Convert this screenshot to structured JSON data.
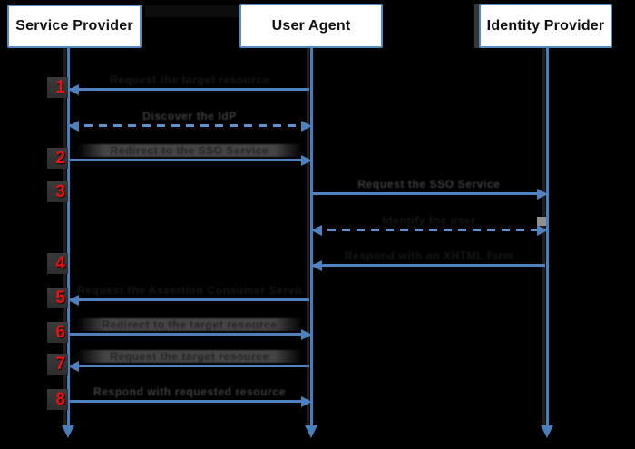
{
  "diagram": {
    "background_color": "#000000",
    "accent_blue": "#4f81bd",
    "dashed_blue": "#5e91cf",
    "step_number_color": "#ee1111",
    "actors": [
      {
        "id": "sp",
        "label": "Service Provider"
      },
      {
        "id": "ua",
        "label": "User Agent"
      },
      {
        "id": "idp",
        "label": "Identity Provider"
      }
    ],
    "messages": [
      {
        "step": "1",
        "label": "Request the target resource",
        "from": "ua",
        "to": "sp",
        "style": "solid"
      },
      {
        "step": "",
        "label": "Discover the IdP",
        "from": "sp",
        "to": "ua",
        "style": "dashed-bidirectional"
      },
      {
        "step": "2",
        "label": "Redirect to the SSO Service",
        "from": "sp",
        "to": "ua",
        "style": "solid"
      },
      {
        "step": "3",
        "label": "Request the SSO Service",
        "from": "ua",
        "to": "idp",
        "style": "solid"
      },
      {
        "step": "",
        "label": "Identify the user",
        "from": "ua",
        "to": "idp",
        "style": "dashed-bidirectional"
      },
      {
        "step": "4",
        "label": "Respond with an XHTML form",
        "from": "idp",
        "to": "ua",
        "style": "solid"
      },
      {
        "step": "5",
        "label": "Request the Assertion Consumer Service",
        "from": "ua",
        "to": "sp",
        "style": "solid"
      },
      {
        "step": "6",
        "label": "Redirect to the target resource",
        "from": "sp",
        "to": "ua",
        "style": "solid"
      },
      {
        "step": "7",
        "label": "Request the target resource",
        "from": "ua",
        "to": "sp",
        "style": "solid"
      },
      {
        "step": "8",
        "label": "Respond with requested resource",
        "from": "sp",
        "to": "ua",
        "style": "solid"
      }
    ]
  }
}
